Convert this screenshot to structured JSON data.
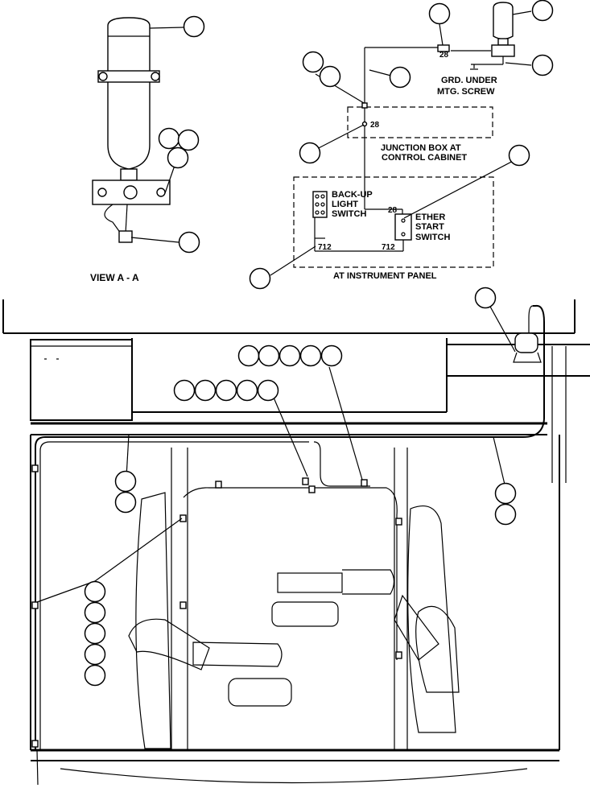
{
  "labels": {
    "view": "VIEW  A  -  A",
    "ground": [
      "GRD. UNDER",
      "MTG. SCREW"
    ],
    "junction_box": [
      "JUNCTION BOX AT",
      "CONTROL CABINET"
    ],
    "backup_switch": [
      "BACK-UP",
      "LIGHT",
      "SWITCH"
    ],
    "ether_switch": [
      "ETHER",
      "START",
      "SWITCH"
    ],
    "instrument_panel": "AT INSTRUMENT PANEL"
  },
  "wire_numbers": {
    "top": "28",
    "junction": "28",
    "ether_top": "28",
    "backup_bottom": "712",
    "ether_bottom": "712"
  }
}
